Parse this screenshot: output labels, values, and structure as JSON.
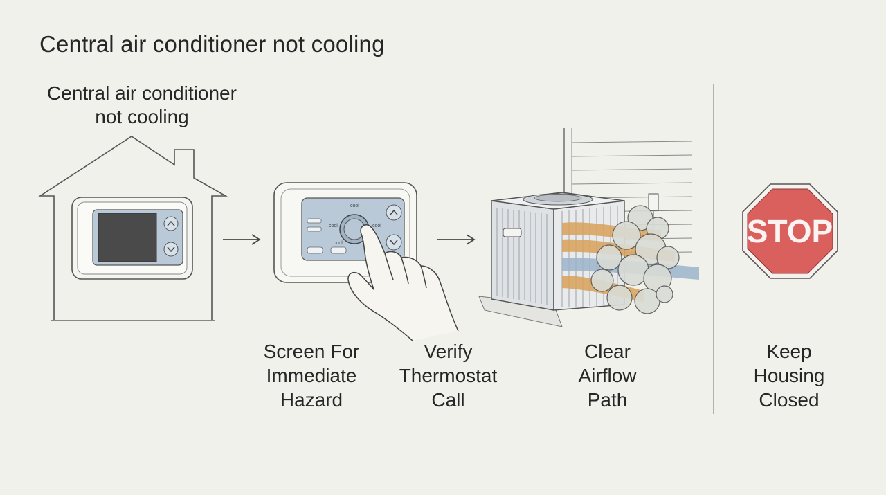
{
  "title": "Central air conditioner not cooling",
  "house_label": [
    "Central air conditioner",
    "not cooling"
  ],
  "steps": [
    {
      "id": "screen",
      "lines": [
        "Screen For",
        "Immediate",
        "Hazard"
      ]
    },
    {
      "id": "verify",
      "lines": [
        "Verify",
        "Thermostat",
        "Call"
      ]
    },
    {
      "id": "airflow",
      "lines": [
        "Clear",
        "Airflow",
        "Path"
      ]
    },
    {
      "id": "keep",
      "lines": [
        "Keep",
        "Housing",
        "Closed"
      ]
    }
  ],
  "thermostat_labels": {
    "top": "cool",
    "left": "cool",
    "right": "cool",
    "bottom": "cool"
  },
  "stop_sign": {
    "text": "STOP",
    "color": "#d9605c",
    "border": "#f6f0ee"
  },
  "colors": {
    "screen_blue": "#b9c9d8",
    "airflow_orange": "#d9a25a",
    "airflow_blue": "#9db4cc",
    "line": "#444444"
  }
}
